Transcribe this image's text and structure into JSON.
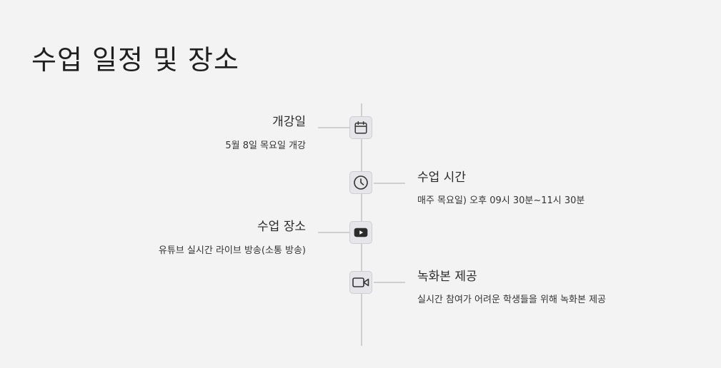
{
  "page": {
    "title": "수업 일정 및 장소"
  },
  "timeline": {
    "items": [
      {
        "side": "left",
        "icon": "calendar-icon",
        "title": "개강일",
        "description": "5월 8일 목요일 개강"
      },
      {
        "side": "right",
        "icon": "clock-icon",
        "title": "수업 시간",
        "description": "매주 목요일) 오후 09시 30분~11시 30분"
      },
      {
        "side": "left",
        "icon": "youtube-icon",
        "title": "수업 장소",
        "description": "유튜브 실시간 라이브 방송(소통 방송)"
      },
      {
        "side": "right",
        "icon": "video-camera-icon",
        "title": "녹화본 제공",
        "description": "실시간 참여가 어려운 학생들을 위해 녹화본 제공"
      }
    ]
  },
  "colors": {
    "background": "#f3f3f3",
    "line": "#cfcfd2",
    "icon_box": "#e6e6ea",
    "text": "#2b2b2b"
  }
}
